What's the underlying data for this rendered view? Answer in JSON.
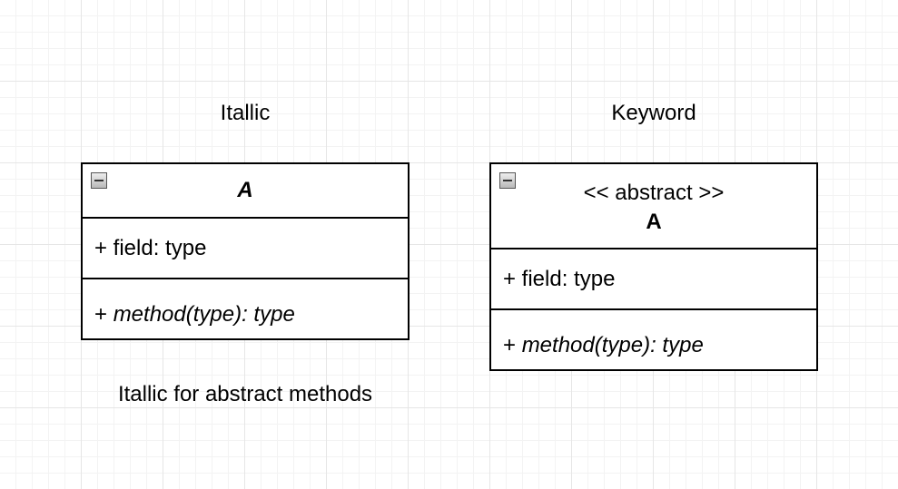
{
  "left": {
    "caption": "Itallic",
    "class": {
      "name": "A",
      "field": "+ field: type",
      "method_prefix": "+ ",
      "method": "method(type): type"
    },
    "note": "Itallic for abstract methods"
  },
  "right": {
    "caption": "Keyword",
    "class": {
      "stereotype": "<< abstract >>",
      "name": "A",
      "field": "+ field: type",
      "method_prefix": "+ ",
      "method": "method(type): type"
    }
  }
}
